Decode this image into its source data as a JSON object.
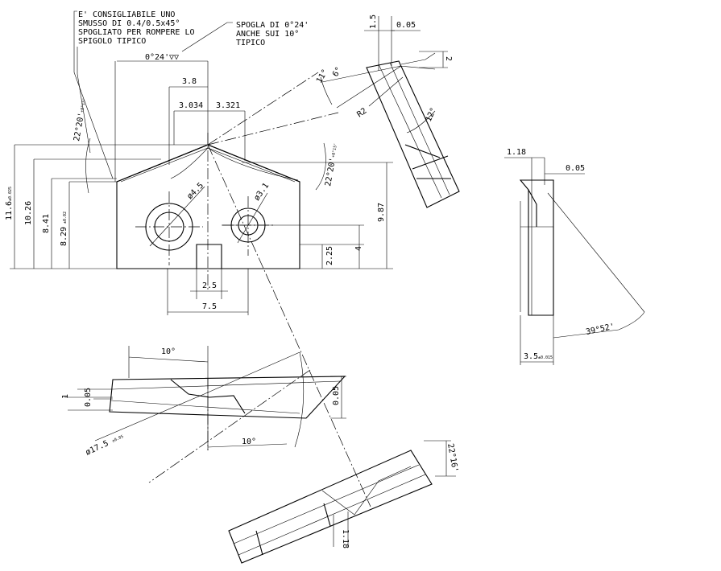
{
  "notes": {
    "chamfer": [
      "E' CONSIGLIABILE UNO",
      "SMUSSO DI 0.4/0.5x45°",
      "SPOGLIATO PER ROMPERE LO",
      "SPIGOLO TIPICO"
    ],
    "rake": [
      "SPOGLA DI 0°24'",
      "ANCHE SUI 10°",
      "TIPICO"
    ]
  },
  "front_view": {
    "top_angle": "0°24'",
    "top_angle_symbol": "▽▽",
    "dim_3_8": "3.8",
    "dim_3_034": "3.034",
    "dim_3_321": "3.321",
    "angle_left": "22°20'",
    "angle_left_tol": "+0°15'",
    "angle_right": "22°20'",
    "angle_right_tol": "+0°15'",
    "hole_left": "ø4.5",
    "hole_right": "ø3.1",
    "h_total": "11.6",
    "h_total_tol": "±0.025",
    "h_10_26": "10.26",
    "h_8_41": "8.41",
    "h_8_29": "8.29",
    "h_8_29_tol": "±0.02",
    "h_9_87": "9.87",
    "h_2_25": "2.25",
    "h_4": "4",
    "w_2_5": "2.5",
    "w_7_5": "7.5"
  },
  "top_detail": {
    "dim_1_5": "1.5",
    "dim_0_05": "0.05",
    "dim_2": "2",
    "angle_11": "11°",
    "angle_6": "6°",
    "radius": "R2",
    "angle_12": "12°"
  },
  "side_view": {
    "dim_1_18": "1.18",
    "dim_0_05": "0.05",
    "angle": "39°52'",
    "width": "3.5",
    "width_tol": "±0.015"
  },
  "bottom_view": {
    "angle_top": "10°",
    "angle_bottom": "10°",
    "dim_1": "1",
    "dim_0_05_left": "0.05",
    "dim_0_05_right": "0.05",
    "diameter": "ø17.5",
    "diameter_tol": "±0.05"
  },
  "rotated_view": {
    "angle": "22°16'",
    "dim_1_18": "1.18"
  }
}
